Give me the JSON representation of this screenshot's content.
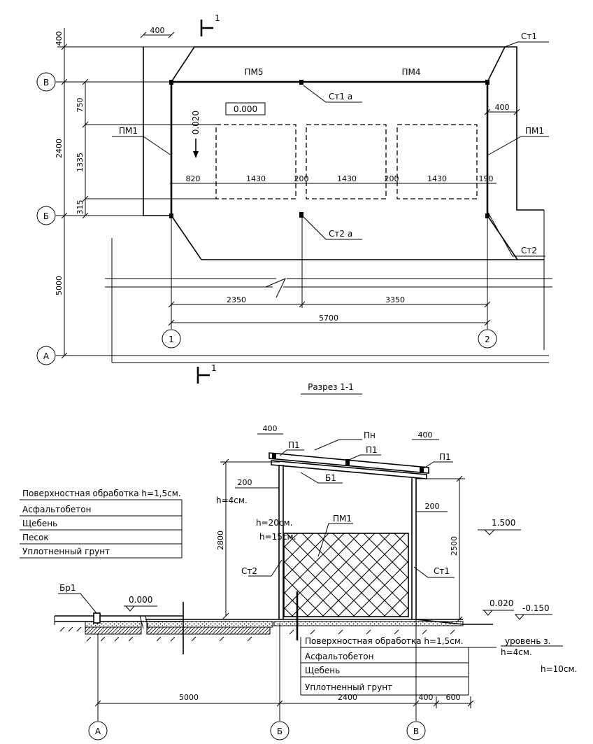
{
  "plan": {
    "dims": {
      "d400_top": "400",
      "d400_left": "400",
      "d400_right": "400",
      "d750": "750",
      "d2400": "2400",
      "d1335": "1335",
      "d315": "315",
      "d5000": "5000",
      "d820": "820",
      "d1430a": "1430",
      "d200a": "200",
      "d1430b": "1430",
      "d200b": "200",
      "d1430c": "1430",
      "d190": "190",
      "d2350": "2350",
      "d3350": "3350",
      "d5700": "5700"
    },
    "elevation_box": "0.000",
    "slope": "0.020",
    "labels": {
      "pm5": "ПМ5",
      "pm4": "ПМ4",
      "pm1_left": "ПМ1",
      "pm1_right": "ПМ1",
      "st1": "Ст1",
      "st1a": "Ст1 а",
      "st2": "Ст2",
      "st2a": "Ст2 а"
    },
    "axes": {
      "v": "В",
      "b": "Б",
      "a": "А",
      "n1": "1",
      "n2": "2"
    },
    "cut_mark": "1"
  },
  "section": {
    "title": "Разрез 1-1",
    "labels": {
      "pn": "Пн",
      "p1a": "П1",
      "p1b": "П1",
      "p1c": "П1",
      "b1": "Б1",
      "pm1": "ПМ1",
      "st2": "Ст2",
      "st1": "Ст1",
      "br1": "Бр1"
    },
    "dims": {
      "d400_left": "400",
      "d400_right": "400",
      "d200_left": "200",
      "d200_right": "200",
      "d2800": "2800",
      "d2500": "2500",
      "d5000": "5000",
      "d2400": "2400",
      "d400_bottom": "400",
      "d600": "600"
    },
    "levels": {
      "l1500": "1.500",
      "l0000": "0.000",
      "l0020": "0.020",
      "lminus0150": "-0.150"
    },
    "notes": {
      "h4_left": "h=4см.",
      "h20": "h=20см.",
      "h15": "h=15см.",
      "uroven": "уровень з.",
      "h4_right": "h=4см.",
      "h10": "h=10см."
    },
    "layers_left": [
      "Поверхностная обработка h=1,5см.",
      "Асфальтобетон",
      "Щебень",
      "Песок",
      "Уплотненный грунт"
    ],
    "layers_right": [
      "Поверхностная обработка h=1,5см.",
      "Асфальтобетон",
      "Щебень",
      "Уплотненный грунт"
    ],
    "axes": {
      "a": "А",
      "b": "Б",
      "v": "В"
    }
  }
}
